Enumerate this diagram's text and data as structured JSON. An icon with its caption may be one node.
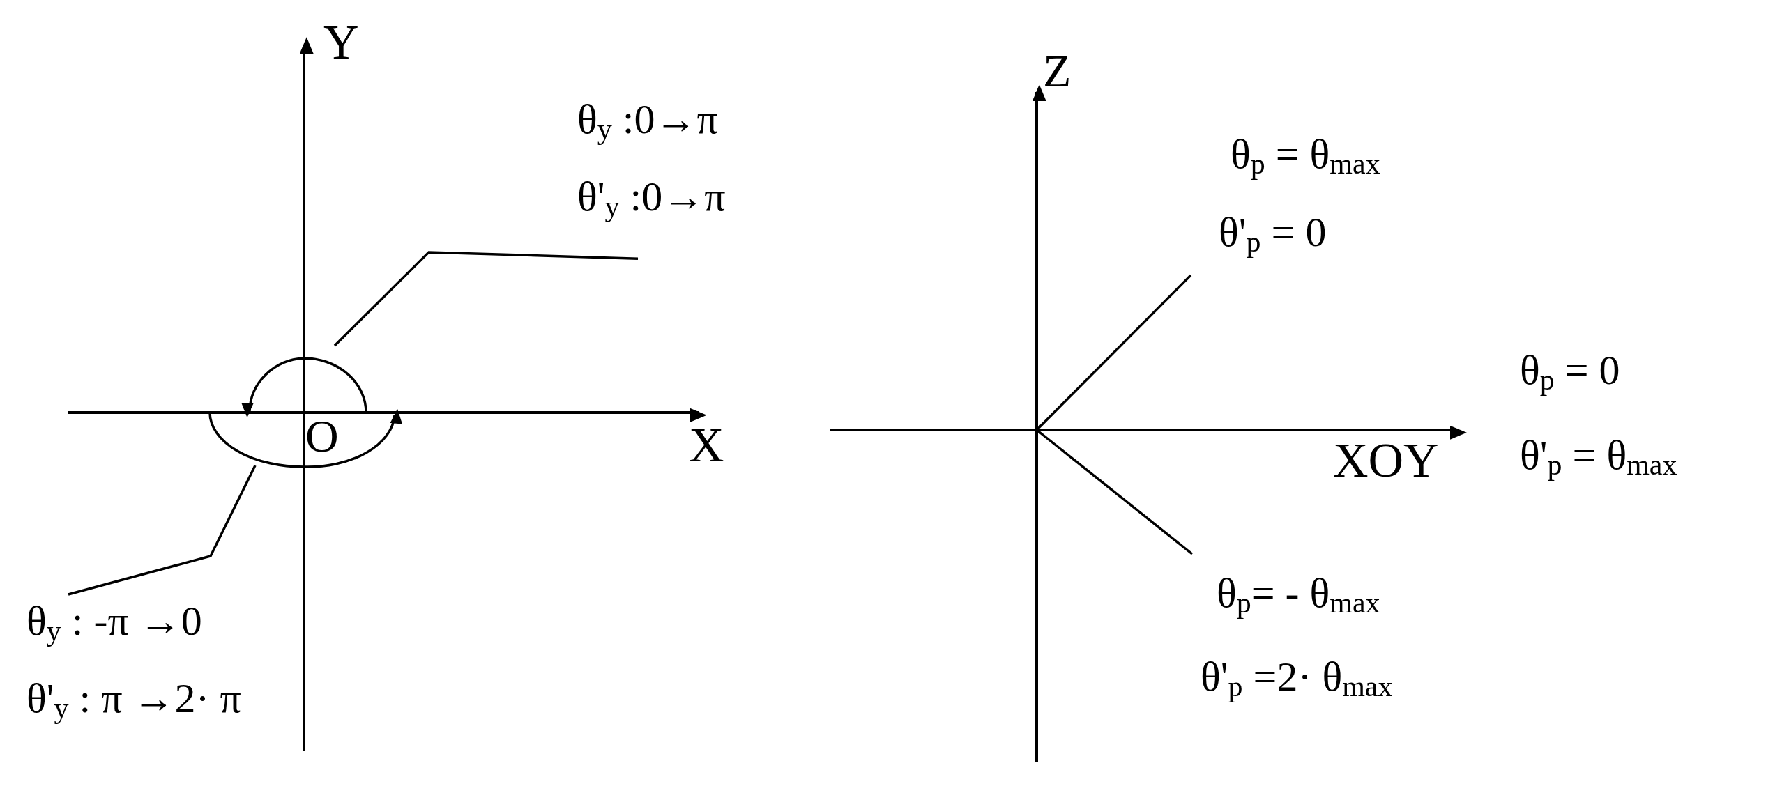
{
  "diagram": {
    "nodes": [
      {
        "text": [
          "θ$_{y}$ :0→π",
          "θ'$_{y}$ :0→π"
        ]
      },
      {
        "text": [
          "θ$_{y}$ : -π →0",
          "θ'$_{y}$ : π →2· π"
        ]
      }
    ],
    "edges": [
      {
        "from": 0,
        "to": null,
        "arrow": "none"
      },
      {
        "from": 1,
        "to": null,
        "arrow": "none"
      }
    ],
    "labels": [
      "Y",
      "X",
      "O",
      "Z",
      "θ$_{p}$ = θ$_{max}$",
      "θ'$_{p}$ = 0",
      "θ$_{p}$ = 0",
      "XOY",
      "θ'$_{p}$ = θ$_{max}$",
      "θ$_{p}$= - θ$_{max}$",
      "θ'$_{p}$ =2· θ$_{max}$"
    ]
  }
}
